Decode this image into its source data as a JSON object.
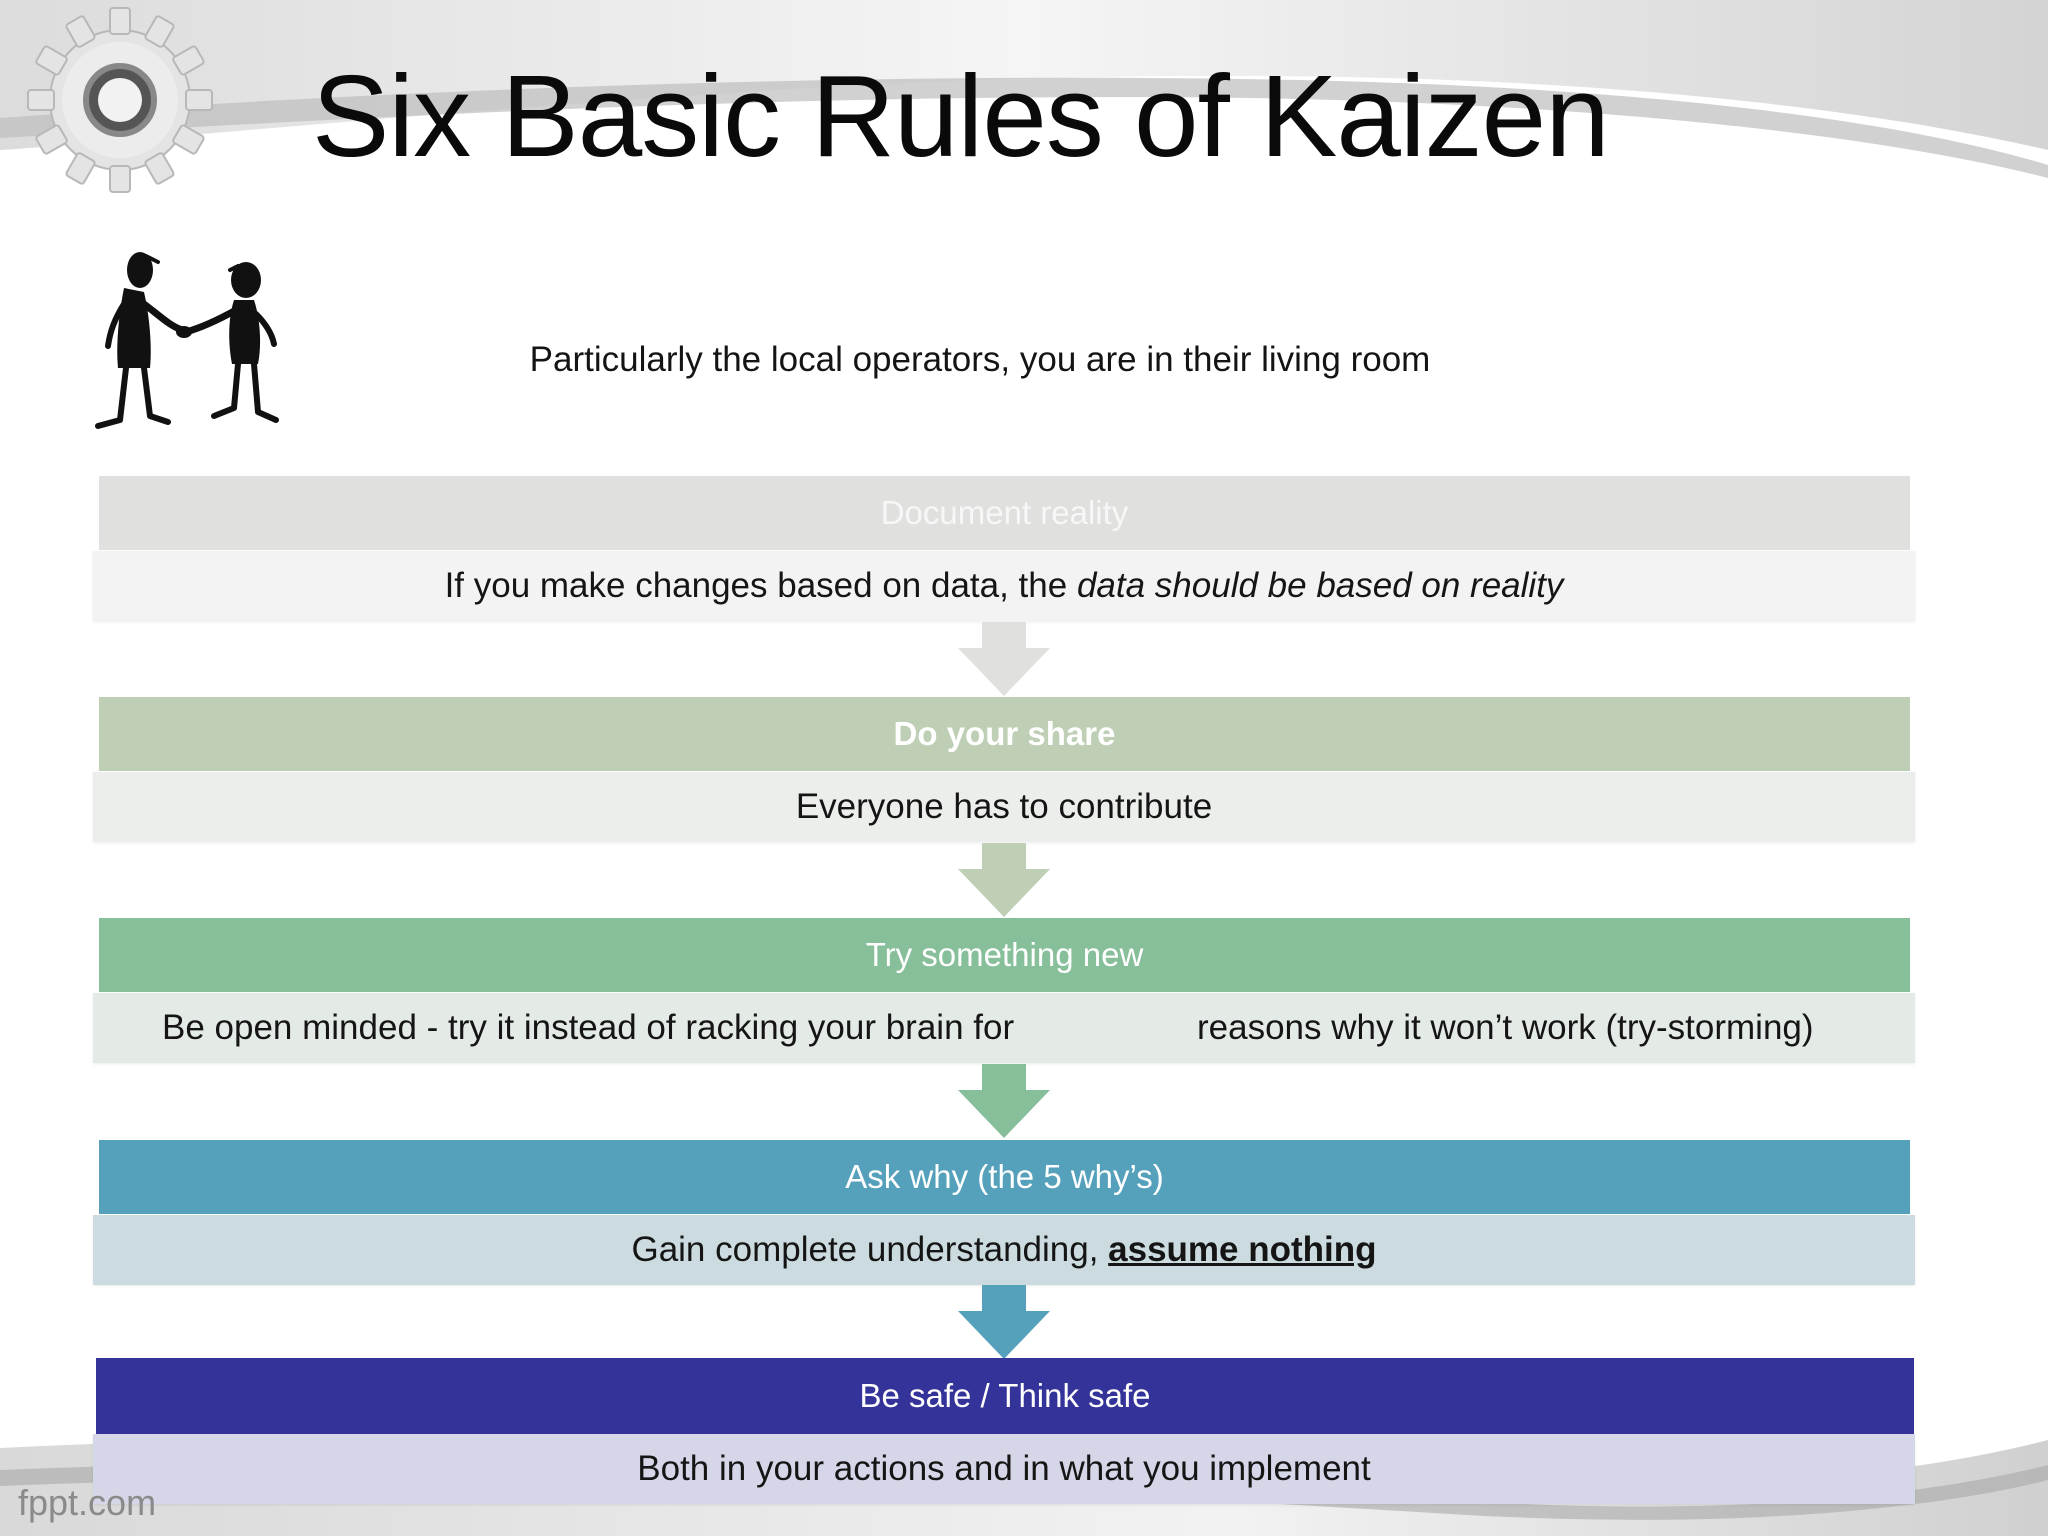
{
  "slide": {
    "title": "Six Basic Rules of Kaizen",
    "intro": "Particularly the local operators, you are in their living room",
    "footer": "fppt.com"
  },
  "steps": [
    {
      "header": "Document reality",
      "body_pre": "If you make changes based on data, the ",
      "body_italic": "data should be based on reality",
      "color": "#e0e0de"
    },
    {
      "header": "Do your share",
      "body": "Everyone has to contribute",
      "color": "#bfcfb6"
    },
    {
      "header": "Try something new",
      "body_part1": "Be open minded - try it instead of racking your brain for",
      "body_part2": "reasons why it won’t work (try-storming)",
      "color": "#87bf9a"
    },
    {
      "header": "Ask why (the 5 why’s)",
      "body_pre": "Gain complete understanding, ",
      "body_emphasis": "assume nothing",
      "color": "#55a1bb"
    },
    {
      "header": "Be safe / Think safe",
      "body": "Both in your actions and in what you implement",
      "color": "#343399"
    }
  ],
  "icons": [
    "gear-icon",
    "handshake-figures-icon",
    "down-arrow-icon"
  ]
}
